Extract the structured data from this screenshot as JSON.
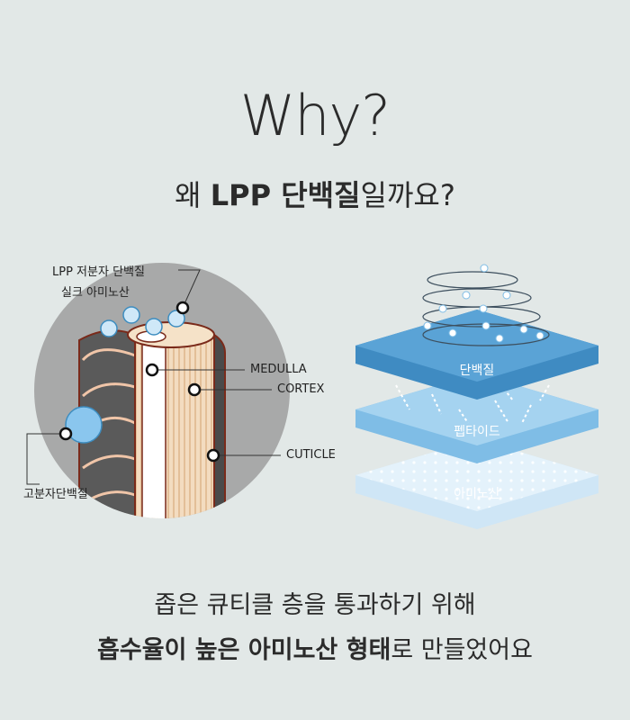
{
  "heading": {
    "why": "Why?",
    "sub_prefix": "왜 ",
    "sub_bold": "LPP 단백질",
    "sub_suffix": "일까요?"
  },
  "hair_diagram": {
    "label_lpp_line1": "LPP 저분자 단백질",
    "label_lpp_line2": "실크 아미노산",
    "label_medulla": "MEDULLA",
    "label_cortex": "CORTEX",
    "label_cuticle": "CUTICLE",
    "label_macro": "고분자단백질"
  },
  "layers": {
    "top": "단백질",
    "middle": "펩타이드",
    "bottom": "아미노산"
  },
  "bottom_text": {
    "line1": "좁은 큐티클 층을 통과하기 위해",
    "line2_bold": "흡수율이 높은 아미노산 형태",
    "line2_rest": "로 만들었어요"
  }
}
